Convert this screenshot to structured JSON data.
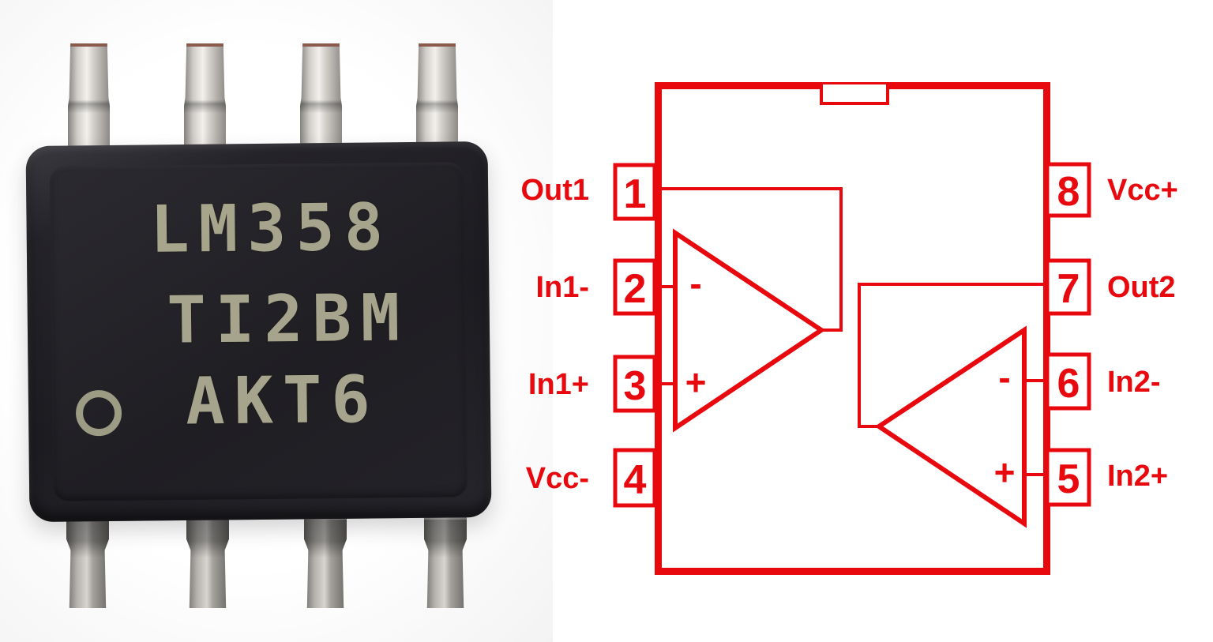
{
  "chip_photo": {
    "markings": [
      "LM358",
      "TI2BM",
      "AKT6"
    ]
  },
  "diagram": {
    "line_color": "#e8090f",
    "left_pins": [
      {
        "number": "1",
        "label": "Out1"
      },
      {
        "number": "2",
        "label": "In1-"
      },
      {
        "number": "3",
        "label": "In1+"
      },
      {
        "number": "4",
        "label": "Vcc-"
      }
    ],
    "right_pins": [
      {
        "number": "8",
        "label": "Vcc+"
      },
      {
        "number": "7",
        "label": "Out2"
      },
      {
        "number": "6",
        "label": "In2-"
      },
      {
        "number": "5",
        "label": "In2+"
      }
    ],
    "opamp_a": {
      "inverting": "-",
      "noninverting": "+"
    },
    "opamp_b": {
      "inverting": "-",
      "noninverting": "+"
    }
  }
}
